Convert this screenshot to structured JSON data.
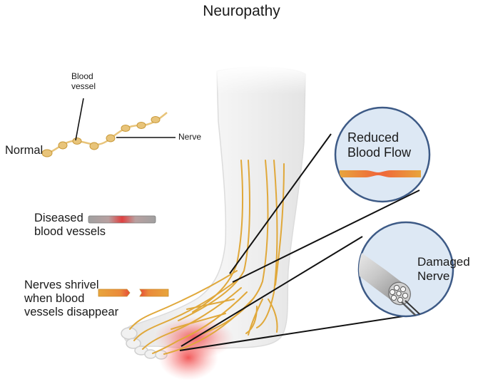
{
  "title": "Neuropathy",
  "labels": {
    "blood_vessel_line1": "Blood",
    "blood_vessel_line2": "vessel",
    "nerve": "Nerve",
    "normal": "Normal",
    "diseased_line1": "Diseased",
    "diseased_line2": "blood vessels",
    "shrivel_line1": "Nerves shrivel",
    "shrivel_line2": "when blood",
    "shrivel_line3": "vessels disappear",
    "reduced_line1": "Reduced",
    "reduced_line2": "Blood Flow",
    "damaged_line1": "Damaged",
    "damaged_line2": "Nerve"
  },
  "colors": {
    "nerve_gold": "#e5ad3a",
    "nerve_cell": "#e8c47a",
    "inflammation_red": "#f04848",
    "vessel_gray": "#9a9a9a",
    "callout_fill": "#dde8f4",
    "callout_stroke": "#3d5a86",
    "foot_fill": "#f1f1f1"
  }
}
